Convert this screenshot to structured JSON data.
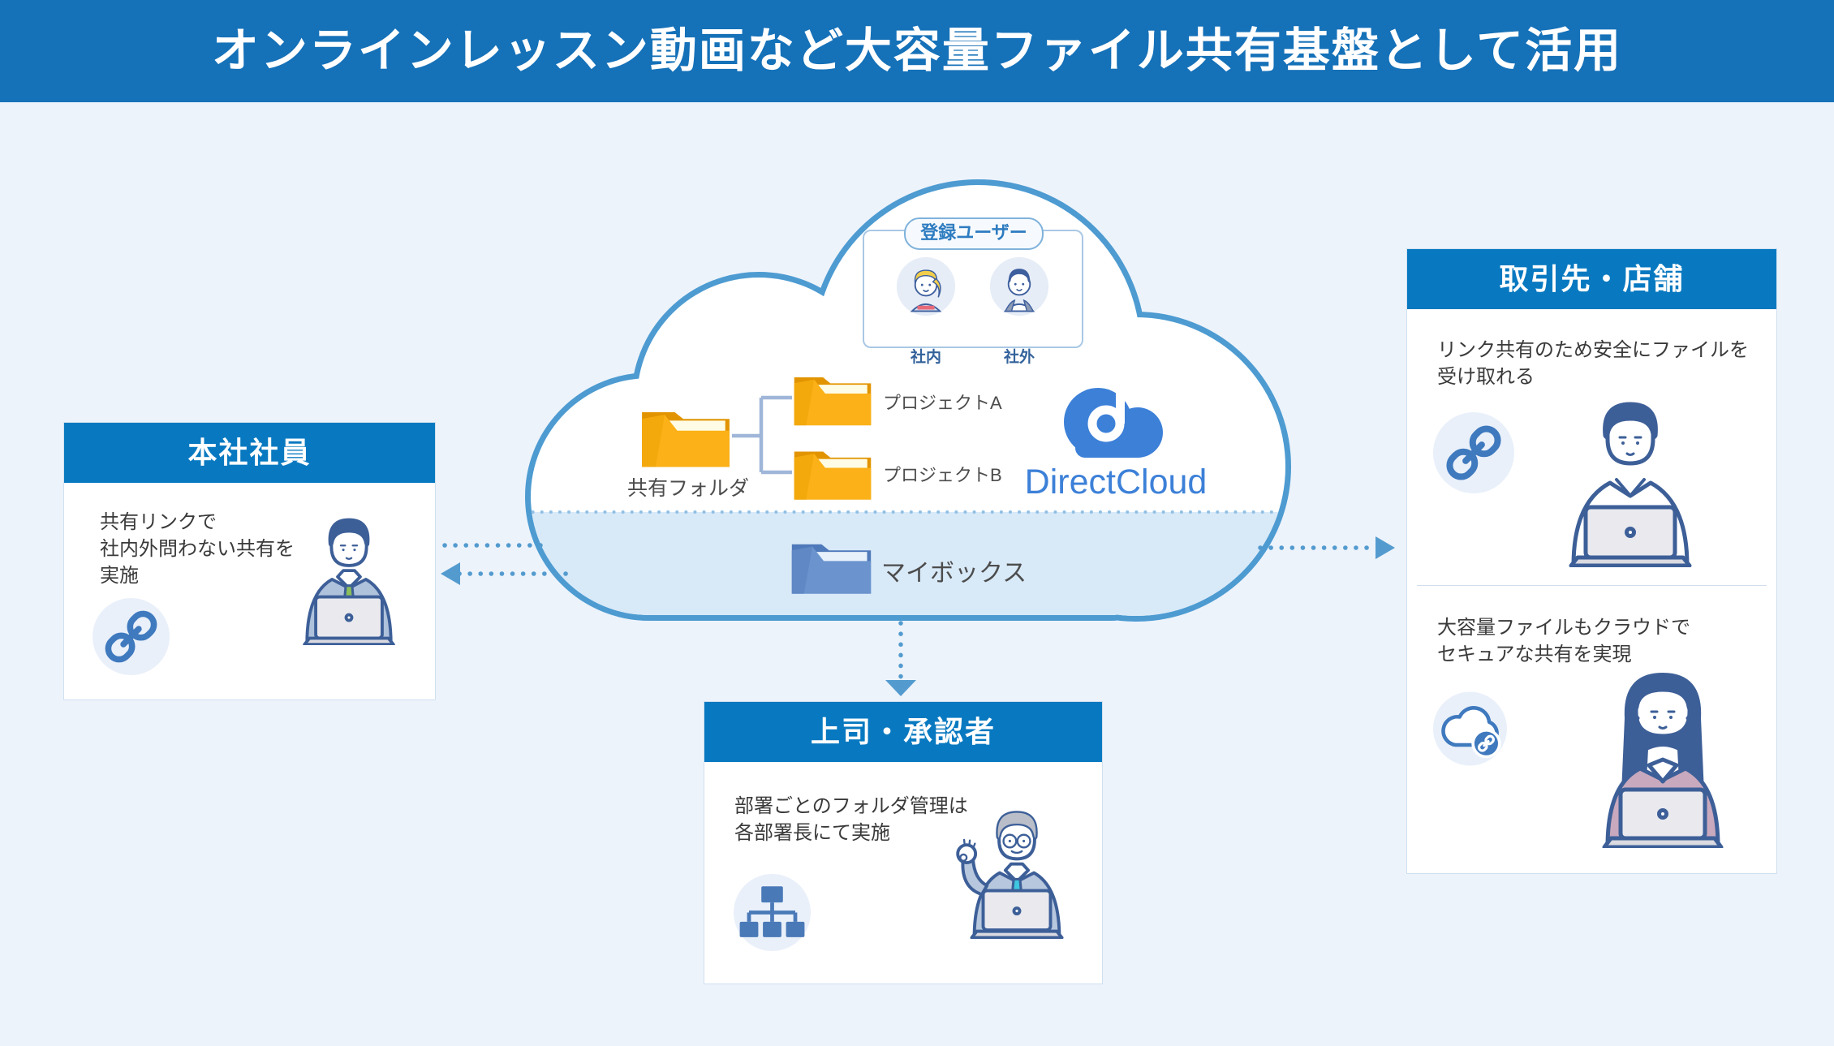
{
  "banner": {
    "title": "オンラインレッスン動画など大容量ファイル共有基盤として活用"
  },
  "cloud": {
    "registered_users": {
      "badge": "登録ユーザー",
      "internal": {
        "label": "社内",
        "icon": "female-avatar-icon"
      },
      "external": {
        "label": "社外",
        "icon": "male-avatar-icon"
      }
    },
    "folders": {
      "shared": "共有フォルダ",
      "project_a": "プロジェクトA",
      "project_b": "プロジェクトB",
      "mybox": "マイボックス"
    },
    "brand": {
      "logo_text": "DirectCloud",
      "logo_icon": "directcloud-cloud-icon"
    }
  },
  "boxes": {
    "left": {
      "header": "本社社員",
      "lines": [
        "共有リンクで",
        "社内外問わない共有を",
        "実施"
      ],
      "icon": "link-icon",
      "illustration": "man-suit-laptop"
    },
    "bottom": {
      "header": "上司・承認者",
      "lines": [
        "部署ごとのフォルダ管理は",
        "各部署長にて実施"
      ],
      "icon": "org-chart-icon",
      "illustration": "manager-ok-laptop"
    },
    "right": {
      "header": "取引先・店舗",
      "section1": {
        "lines": [
          "リンク共有のため安全にファイルを",
          "受け取れる"
        ],
        "icon": "link-icon",
        "illustration": "man-shirt-laptop"
      },
      "section2": {
        "lines": [
          "大容量ファイルもクラウドで",
          "セキュアな共有を実現"
        ],
        "icon": "cloud-link-icon",
        "illustration": "woman-laptop"
      }
    }
  },
  "colors": {
    "banner_blue": "#1571B8",
    "header_blue": "#0879C0",
    "cloud_outline": "#4D9BD1",
    "cloud_bottom_tint": "#D8E9F8",
    "folder_yellow": "#FBB117",
    "folder_blue": "#6B94CE",
    "brand_blue": "#3C80D8",
    "arrow_blue": "#539BCF",
    "icon_blue": "#3F79BE",
    "icon_circle_bg": "#E9F0FA"
  }
}
